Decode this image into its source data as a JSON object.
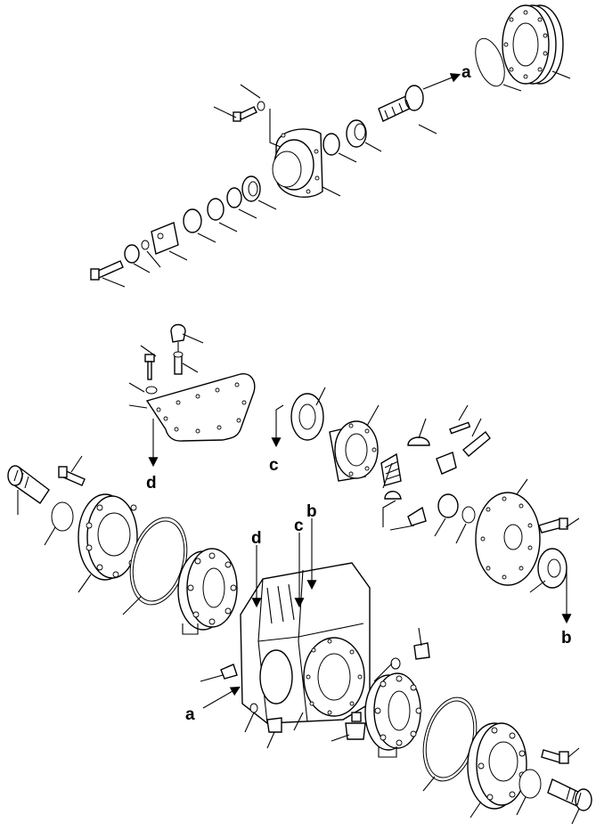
{
  "diagram": {
    "callouts": {
      "a_top": "a",
      "a_bottom": "a",
      "b_top": "b",
      "b_right": "b",
      "c_top": "c",
      "c_left": "c",
      "d_top": "d",
      "d_left": "d"
    }
  }
}
